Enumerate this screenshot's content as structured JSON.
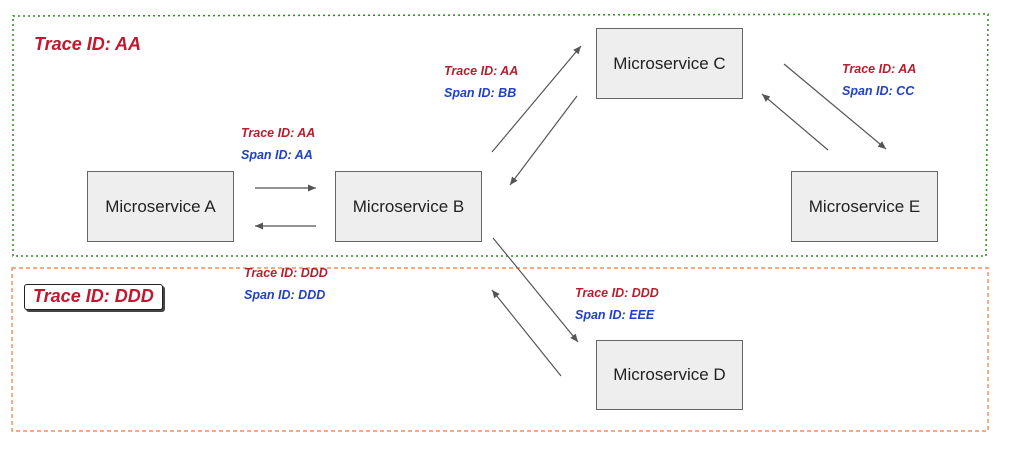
{
  "colors": {
    "trace_text": "#b3202e",
    "span_text": "#2040c8",
    "zone_aa_border": "#2e8b1e",
    "zone_ddd_border": "#f07838",
    "node_fill": "#eeeeee",
    "node_border": "#666666",
    "arrow": "#555555"
  },
  "zones": {
    "aa": {
      "title": "Trace ID: AA"
    },
    "ddd": {
      "title": "Trace ID: DDD"
    }
  },
  "nodes": {
    "a": "Microservice A",
    "b": "Microservice B",
    "c": "Microservice C",
    "d": "Microservice D",
    "e": "Microservice E"
  },
  "labels": {
    "ab": {
      "trace": "Trace ID: AA",
      "span": "Span ID: AA"
    },
    "bc": {
      "trace": "Trace ID: AA",
      "span": "Span ID: BB"
    },
    "ce": {
      "trace": "Trace ID: AA",
      "span": "Span ID: CC"
    },
    "ab_ddd": {
      "trace": "Trace ID: DDD",
      "span": "Span ID: DDD"
    },
    "bd": {
      "trace": "Trace ID: DDD",
      "span": "Span ID: EEE"
    }
  }
}
